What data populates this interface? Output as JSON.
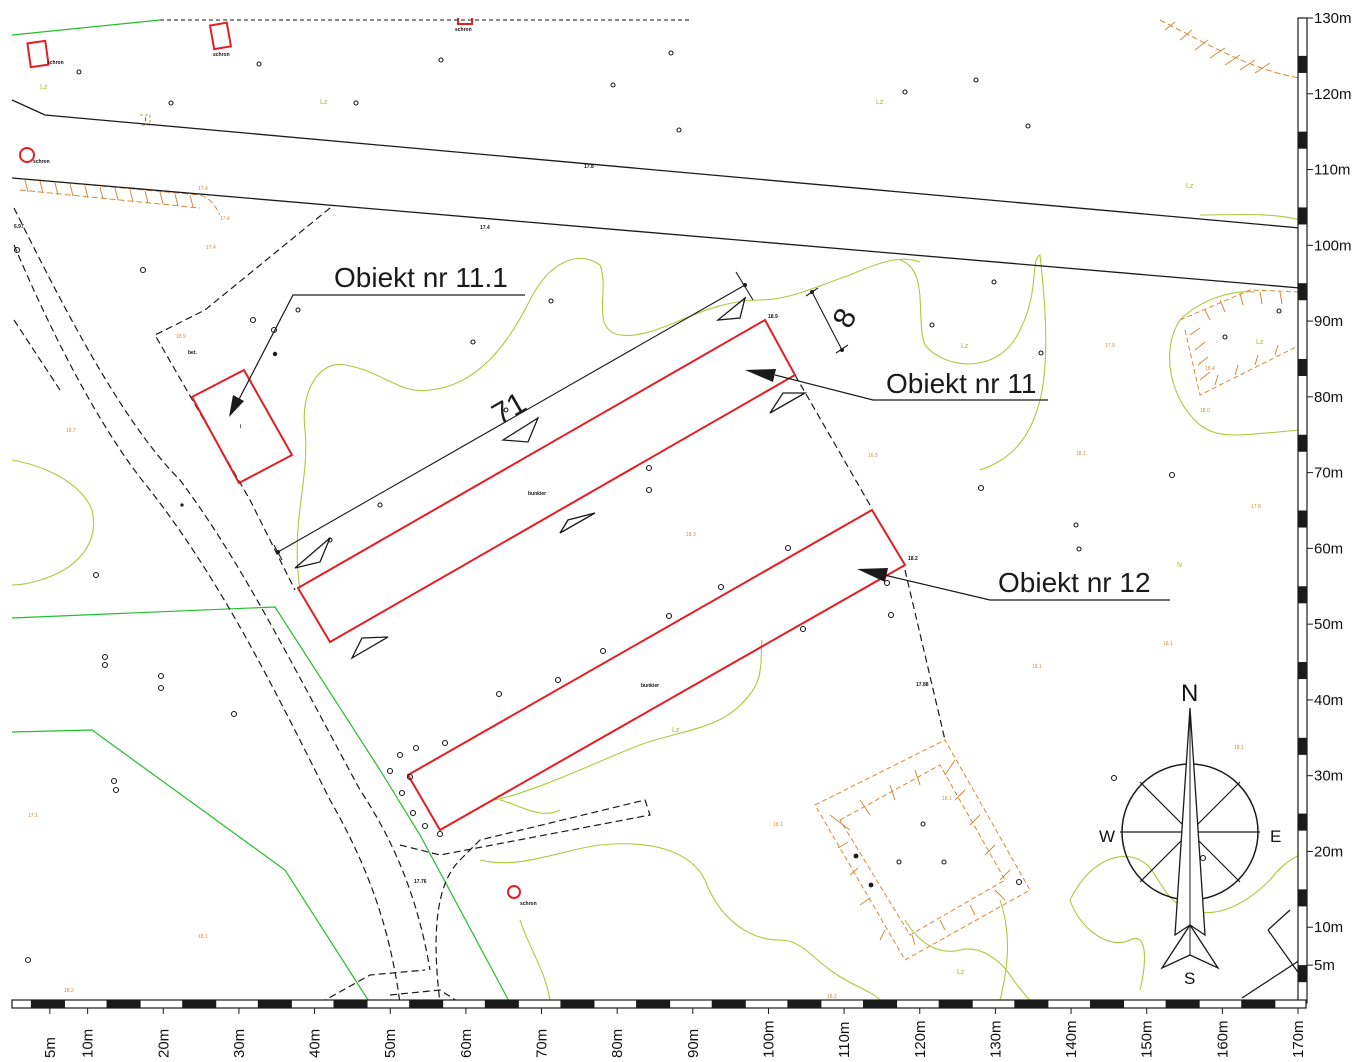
{
  "labels": {
    "obj_11_1": "Obiekt nr 11.1",
    "obj_11": "Obiekt nr 11",
    "obj_12": "Obiekt nr 12",
    "dim_long": "71",
    "dim_short": "8",
    "bunker": "bunkier",
    "shelter": "schron",
    "bet": "bet.",
    "meadow": "Lz",
    "n_mark": "N",
    "i_mark": "i"
  },
  "compass": {
    "n": "N",
    "s": "S",
    "e": "E",
    "w": "W"
  },
  "spot_heights": [
    "17.8",
    "17.4",
    "18.9",
    "18.2",
    "17.88",
    "17.76",
    "6.97"
  ],
  "elevations": [
    "17.4",
    "17.4",
    "17.4",
    "18.9",
    "18.7",
    "16.5",
    "18.1",
    "18.3",
    "17.8",
    "18.1",
    "18.1",
    "18.1",
    "18.1",
    "17.1",
    "18.1",
    "18.2",
    "18.2",
    "17.9",
    "18.4",
    "18.0",
    "18.1"
  ],
  "scale_right": [
    "130m",
    "120m",
    "110m",
    "100m",
    "90m",
    "80m",
    "70m",
    "60m",
    "50m",
    "40m",
    "30m",
    "20m",
    "10m",
    "5m"
  ],
  "scale_bottom": [
    "5m",
    "10m",
    "20m",
    "30m",
    "40m",
    "50m",
    "60m",
    "70m",
    "80m",
    "90m",
    "100m",
    "110m",
    "120m",
    "130m",
    "140m",
    "150m",
    "160m",
    "170m"
  ],
  "colors": {
    "object_outline": "#e31e24",
    "meadow_contour": "#a8cc3a",
    "hatch": "#d58a3a",
    "path": "#22c02a",
    "ink": "#1a1a1a"
  }
}
